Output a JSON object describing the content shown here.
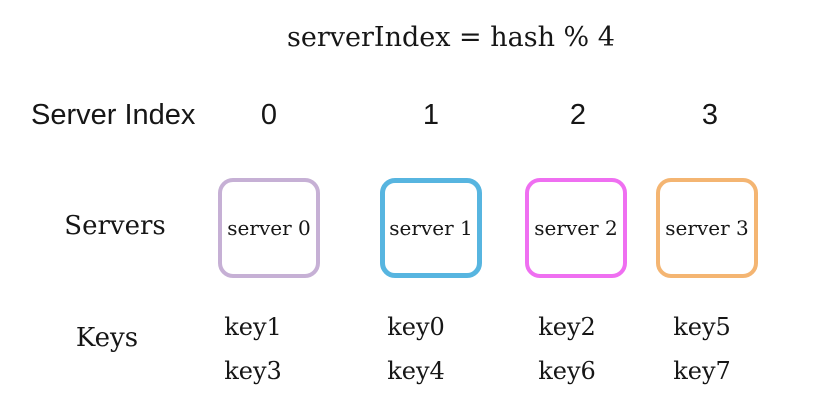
{
  "title": "serverIndex = hash % 4",
  "row_labels": {
    "server_index": "Server Index",
    "servers": "Servers",
    "keys": "Keys"
  },
  "columns": [
    {
      "index": "0",
      "server_label": "server 0",
      "keys": [
        "key1",
        "key3"
      ],
      "border_color": "#c6b0d5"
    },
    {
      "index": "1",
      "server_label": "server 1",
      "keys": [
        "key0",
        "key4"
      ],
      "border_color": "#57b5e0"
    },
    {
      "index": "2",
      "server_label": "server 2",
      "keys": [
        "key2",
        "key6"
      ],
      "border_color": "#ef6ff1"
    },
    {
      "index": "3",
      "server_label": "server 3",
      "keys": [
        "key5",
        "key7"
      ],
      "border_color": "#f4b572"
    }
  ],
  "colors": {
    "background": "#ffffff",
    "text": "#161616"
  }
}
